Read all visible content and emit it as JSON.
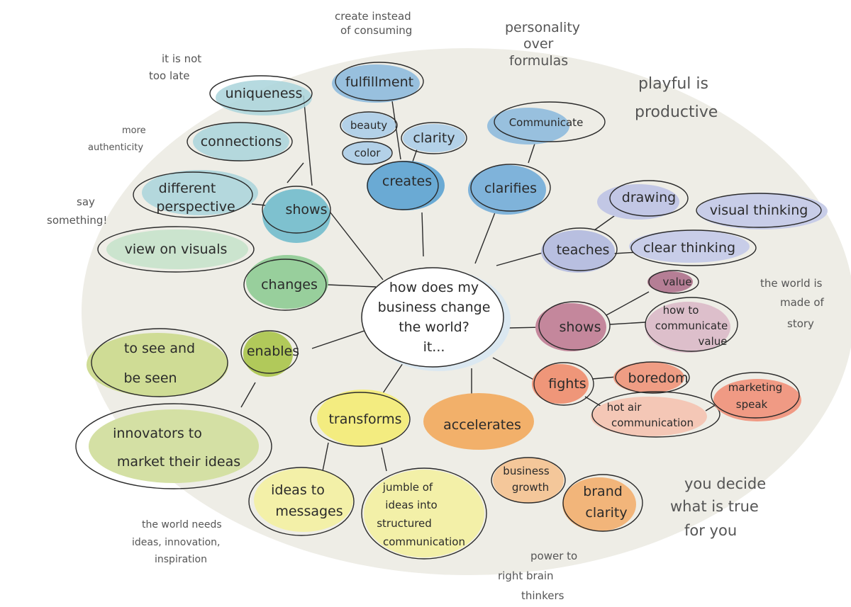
{
  "colors": {
    "paper": "#eeede6",
    "ink": "#2a2a2a",
    "teal": "#9fcfd6",
    "blue": "#98bfdc",
    "lavender": "#c8cde8",
    "mauve": "#c99cad",
    "salmon": "#ef9d84",
    "orange": "#f2b06a",
    "peach": "#f4c79a",
    "yellow": "#f1ec9a",
    "lime": "#c7d88a",
    "green": "#9fcf98"
  },
  "center": {
    "lines": [
      "how does my",
      "business change",
      "the world?",
      "it..."
    ]
  },
  "nodes": {
    "uniqueness": "uniqueness",
    "connections": "connections",
    "different_perspective": [
      "different",
      "perspective"
    ],
    "shows_left": "shows",
    "view_on_visuals": "view on visuals",
    "changes": "changes",
    "fulfillment": "fulfillment",
    "beauty": "beauty",
    "clarity": "clarity",
    "color": "color",
    "creates": "creates",
    "communicate": "Communicate",
    "clarifies": "clarifies",
    "drawing": "drawing",
    "visual_thinking": "visual thinking",
    "teaches": "teaches",
    "clear_thinking": "clear thinking",
    "value": "value",
    "shows_right": "shows",
    "how_to_communicate": [
      "how to",
      "communicate",
      "value"
    ],
    "fights": "fights",
    "boredom": "boredom",
    "marketing_speak": [
      "marketing",
      "speak"
    ],
    "hot_air": [
      "hot air",
      "communication"
    ],
    "enables": "enables",
    "to_see": [
      "to see and",
      "be seen"
    ],
    "innovators": [
      "innovators to",
      "market their ideas"
    ],
    "transforms": "transforms",
    "accelerates": "accelerates",
    "ideas_to_messages": [
      "ideas to",
      "messages"
    ],
    "jumble": [
      "jumble of",
      "ideas into",
      "structured",
      "communication"
    ],
    "business_growth": [
      "business",
      "growth"
    ],
    "brand_clarity": [
      "brand",
      "clarity"
    ]
  },
  "side_notes": {
    "create_instead": [
      "create instead",
      "of consuming"
    ],
    "personality": [
      "personality",
      "over",
      "formulas"
    ],
    "playful": [
      "playful is",
      "productive"
    ],
    "not_too_late": [
      "it is not",
      "too late"
    ],
    "more_authenticity": [
      "more",
      "authenticity"
    ],
    "say_something": [
      "say",
      "something!"
    ],
    "world_story": [
      "the world is",
      "made of",
      "story"
    ],
    "you_decide": [
      "you decide",
      "what is true",
      "for you"
    ],
    "world_needs": [
      "the world needs",
      "ideas, innovation,",
      "inspiration"
    ],
    "power_right_brain": [
      "power to",
      "right brain",
      "thinkers"
    ]
  }
}
